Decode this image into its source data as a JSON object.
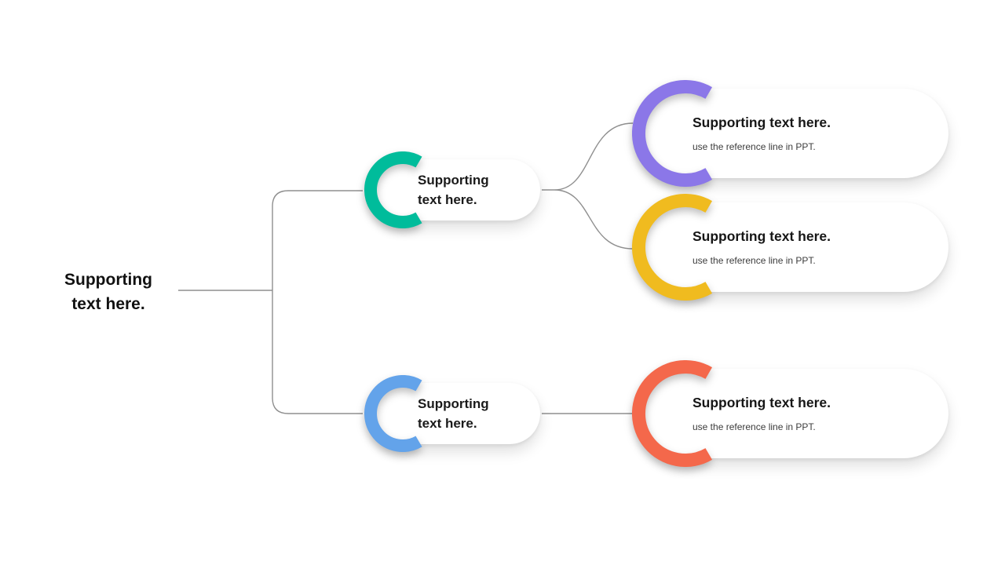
{
  "colors": {
    "line": "#8f8f8f",
    "green": "#00BC9B",
    "blue": "#63A3EA",
    "purple": "#8B77E8",
    "yellow": "#F0BB1F",
    "orange": "#F4684B"
  },
  "root": {
    "line1": "Supporting",
    "line2": "text here."
  },
  "mid_nodes": [
    {
      "name": "branch-top",
      "line1": "Supporting",
      "line2": "text here.",
      "color": "#00BC9B"
    },
    {
      "name": "branch-bottom",
      "line1": "Supporting",
      "line2": "text here.",
      "color": "#63A3EA"
    }
  ],
  "leaf_nodes": [
    {
      "name": "leaf-top-1",
      "title": "Supporting text here.",
      "subtitle": "use the reference line in PPT.",
      "color": "#8B77E8"
    },
    {
      "name": "leaf-top-2",
      "title": "Supporting text here.",
      "subtitle": "use the reference line in PPT.",
      "color": "#F0BB1F"
    },
    {
      "name": "leaf-bottom-1",
      "title": "Supporting text here.",
      "subtitle": "use the reference line in PPT.",
      "color": "#F4684B"
    }
  ]
}
